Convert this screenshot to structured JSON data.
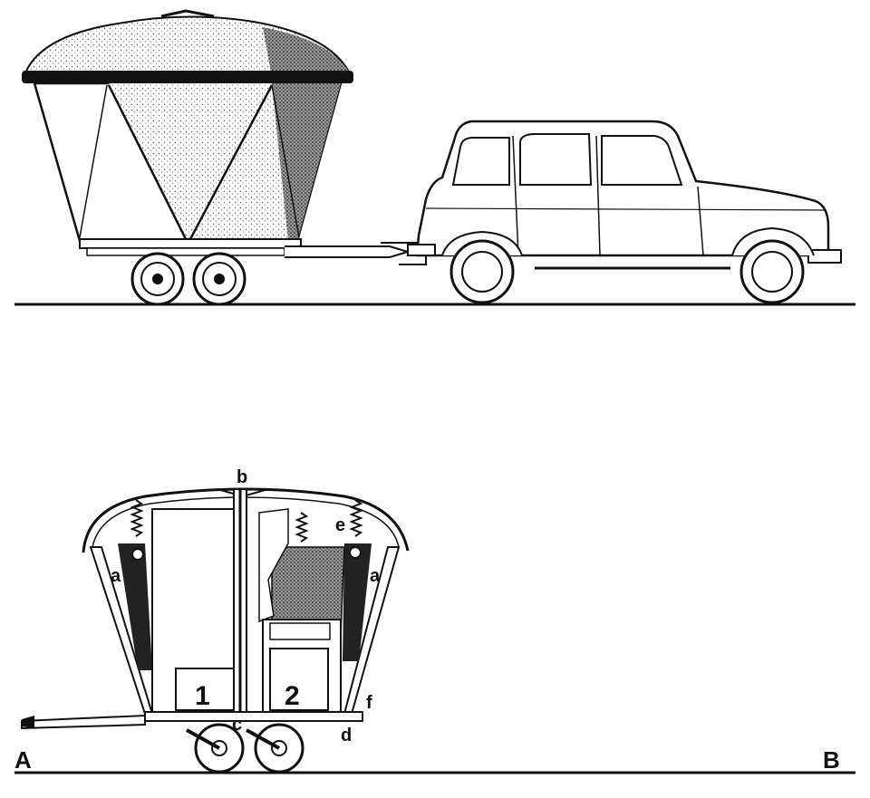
{
  "top_figure": {
    "subject": "camper-trailer-towed-by-car"
  },
  "bottom_figure": {
    "subject": "camper-trailer-cross-section",
    "callouts": [
      {
        "id": "b",
        "text": "b"
      },
      {
        "id": "e",
        "text": "e"
      },
      {
        "id": "a_left",
        "text": "a"
      },
      {
        "id": "a_right",
        "text": "a"
      },
      {
        "id": "f",
        "text": "f"
      },
      {
        "id": "c",
        "text": "c"
      },
      {
        "id": "d",
        "text": "d"
      },
      {
        "id": "box1",
        "text": "1"
      },
      {
        "id": "box2",
        "text": "2"
      }
    ],
    "corner_A": "A",
    "corner_B": "B"
  },
  "colors": {
    "ink": "#111111",
    "paper": "#ffffff",
    "stipple_light": "#d2d2d2",
    "stipple_dark": "#6e6e6e"
  }
}
